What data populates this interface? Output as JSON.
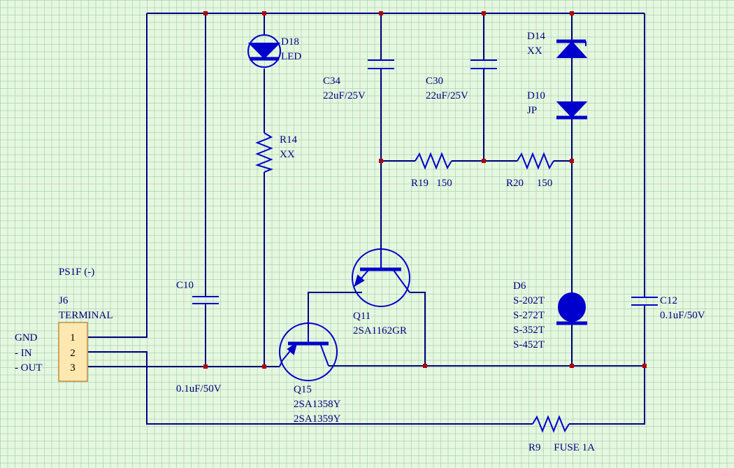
{
  "labels": {
    "d18_ref": "D18",
    "d18_val": "LED",
    "r14_ref": "R14",
    "r14_val": "XX",
    "c34_ref": "C34",
    "c34_val": "22uF/25V",
    "c30_ref": "C30",
    "c30_val": "22uF/25V",
    "d14_ref": "D14",
    "d14_val": "XX",
    "d10_ref": "D10",
    "d10_val": "JP",
    "r19": "R19   150",
    "r20": "R20     150",
    "ps1f": "PS1F (-)",
    "j6_ref": "J6",
    "j6_val": "TERMINAL",
    "c10_ref": "C10",
    "c10_val": "0.1uF/50V",
    "q11_ref": "Q11",
    "q11_val": "2SA1162GR",
    "d6_ref": "D6",
    "d6_vals": [
      "S-202T",
      "S-272T",
      "S-352T",
      "S-452T"
    ],
    "c12_ref": "C12",
    "c12_val": "0.1uF/50V",
    "q15_ref": "Q15",
    "q15_val1": "2SA1358Y",
    "q15_val2": "2SA1359Y",
    "r9": "R9     FUSE 1A",
    "gnd": "GND",
    "in": "- IN",
    "out": "- OUT"
  },
  "connector_pins": [
    "1",
    "2",
    "3"
  ],
  "colors": {
    "background": "#e6f7e0",
    "wire": "#000080",
    "component": "#0000cc",
    "junction": "#b00000",
    "connector_fill": "#ffe8b0",
    "connector_border": "#a05a00"
  }
}
